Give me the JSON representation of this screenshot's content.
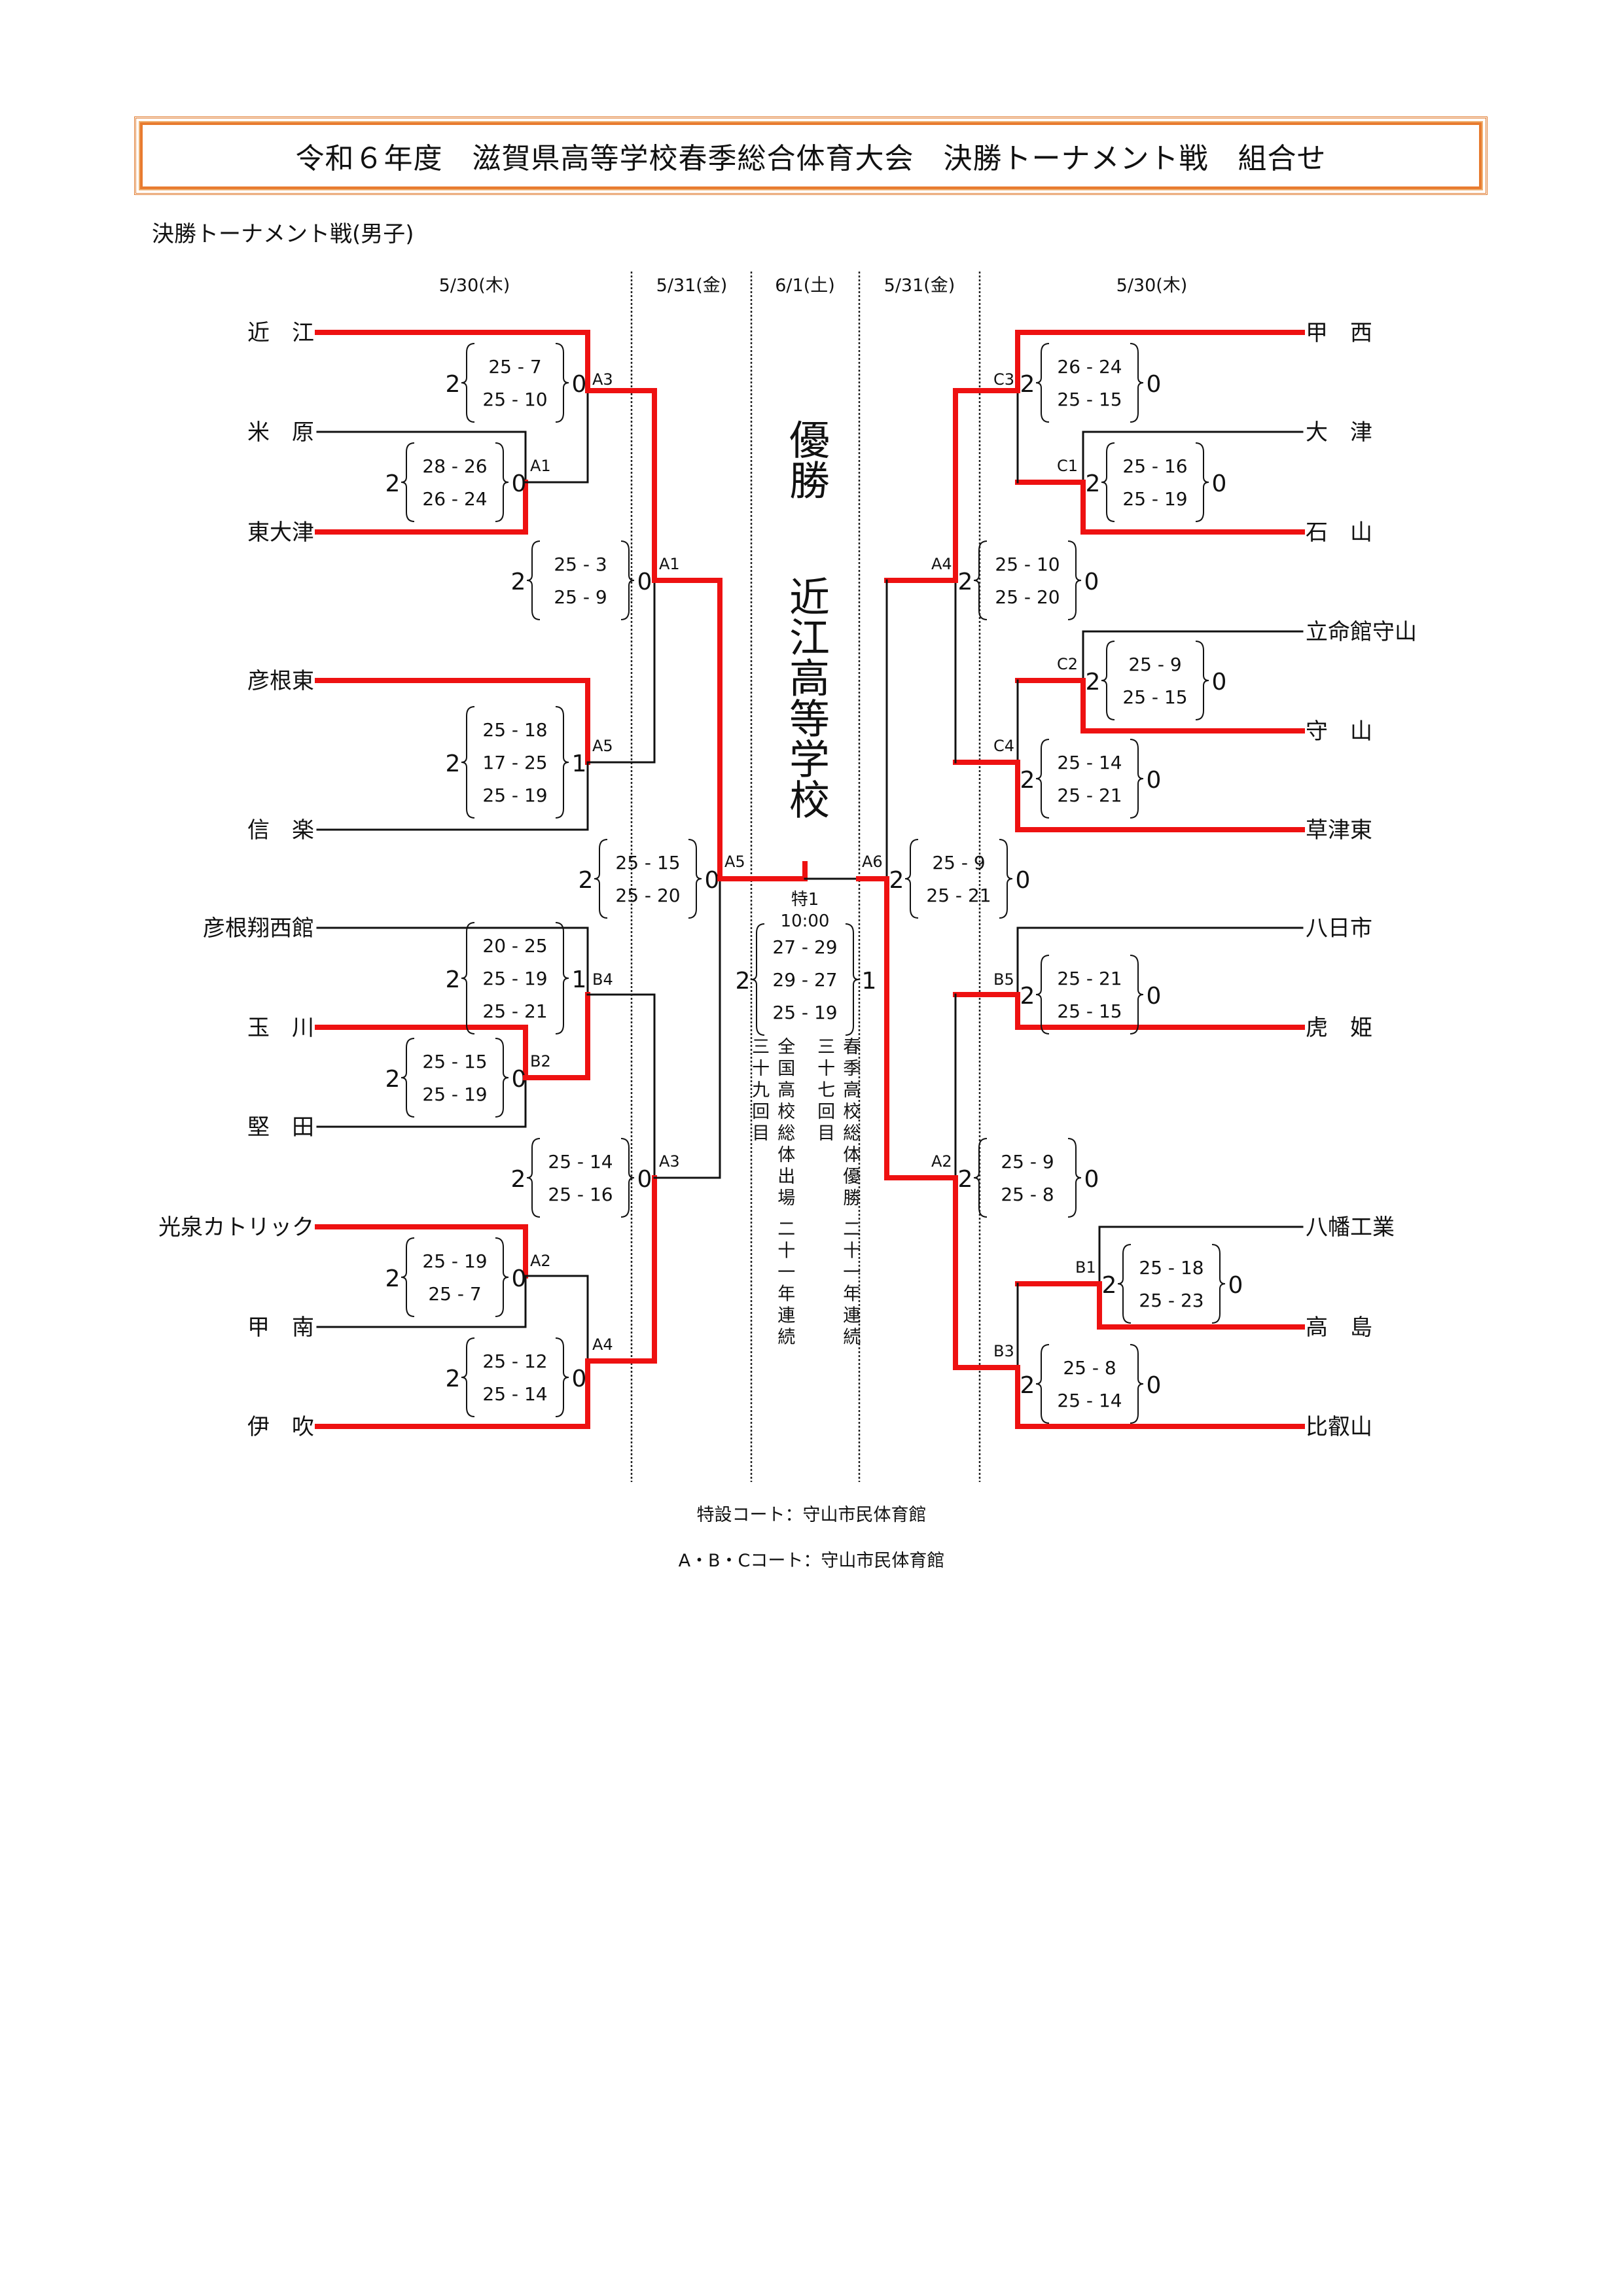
{
  "header": {
    "title": "令和６年度　滋賀県高等学校春季総合体育大会　決勝トーナメント戦　組合せ",
    "subtitle": "決勝トーナメント戦(男子)"
  },
  "dates": {
    "left_r1": "5/30(木)",
    "left_r3": "5/31(金)",
    "final": "6/1(土)",
    "right_r3": "5/31(金)",
    "right_r1": "5/30(木)"
  },
  "champion": {
    "label": "優勝",
    "school": "近江高等学校"
  },
  "final": {
    "court": "特1",
    "time": "10:00",
    "win_sets": "2",
    "lose_sets": "1",
    "sets": [
      "27 - 29",
      "29 - 27",
      "25 - 19"
    ]
  },
  "notes": {
    "left": "全国高校総体出場 二十一年連続三十九回目",
    "right": "春季高校総体優勝 二十一年連続三十七回目"
  },
  "colors": {
    "winner_line": "#ee1111",
    "loser_line": "#111111",
    "title_border": "#e87b2f"
  },
  "left_teams": [
    "近　江",
    "米　原",
    "東大津",
    "彦根東",
    "信　楽",
    "彦根翔西館",
    "玉　川",
    "堅　田",
    "光泉カトリック",
    "甲　南",
    "伊　吹"
  ],
  "right_teams": [
    "甲　西",
    "大　津",
    "石　山",
    "立命館守山",
    "守　山",
    "草津東",
    "八日市",
    "虎　姫",
    "八幡工業",
    "高　島",
    "比叡山"
  ],
  "matches": [
    {
      "id": "L-A1",
      "court": "A1",
      "side": "left",
      "top": "米　原",
      "bottom": "東大津",
      "winner": "東大津",
      "win": "2",
      "lose": "0",
      "sets": [
        "28 - 26",
        "26 - 24"
      ]
    },
    {
      "id": "L-A3",
      "court": "A3",
      "side": "left",
      "top": "近　江",
      "bottom": "東大津",
      "winner": "近　江",
      "win": "2",
      "lose": "0",
      "sets": [
        "25 -  7",
        "25 - 10"
      ]
    },
    {
      "id": "L-A5a",
      "court": "A5",
      "side": "left",
      "top": "彦根東",
      "bottom": "信　楽",
      "winner": "彦根東",
      "win": "2",
      "lose": "1",
      "sets": [
        "25 - 18",
        "17 - 25",
        "25 - 19"
      ]
    },
    {
      "id": "L-A1b",
      "court": "A1",
      "side": "left",
      "top": "近　江",
      "bottom": "彦根東",
      "winner": "近　江",
      "win": "2",
      "lose": "0",
      "sets": [
        "25 -  3",
        "25 -  9"
      ]
    },
    {
      "id": "L-B2",
      "court": "B2",
      "side": "left",
      "top": "玉　川",
      "bottom": "堅　田",
      "winner": "玉　川",
      "win": "2",
      "lose": "0",
      "sets": [
        "25 - 15",
        "25 - 19"
      ]
    },
    {
      "id": "L-B4",
      "court": "B4",
      "side": "left",
      "top": "彦根翔西館",
      "bottom": "玉　川",
      "winner": "玉　川",
      "win": "2",
      "lose": "1",
      "sets": [
        "20 - 25",
        "25 - 19",
        "25 - 21"
      ]
    },
    {
      "id": "L-A2",
      "court": "A2",
      "side": "left",
      "top": "光泉カトリック",
      "bottom": "甲　南",
      "winner": "光泉カトリック",
      "win": "2",
      "lose": "0",
      "sets": [
        "25 - 19",
        "25 -  7"
      ]
    },
    {
      "id": "L-A4",
      "court": "A4",
      "side": "left",
      "top": "光泉カトリック",
      "bottom": "伊　吹",
      "winner": "伊　吹",
      "win": "2",
      "lose": "0",
      "sets": [
        "25 - 12",
        "25 - 14"
      ]
    },
    {
      "id": "L-A3b",
      "court": "A3",
      "side": "left",
      "top": "玉　川",
      "bottom": "伊　吹",
      "winner": "伊　吹",
      "win": "2",
      "lose": "0",
      "sets": [
        "25 - 14",
        "25 - 16"
      ]
    },
    {
      "id": "L-A5",
      "court": "A5",
      "side": "left",
      "top": "近　江",
      "bottom": "伊　吹",
      "winner": "近　江",
      "win": "2",
      "lose": "0",
      "sets": [
        "25 - 15",
        "25 - 20"
      ]
    },
    {
      "id": "R-C1",
      "court": "C1",
      "side": "right",
      "top": "大　津",
      "bottom": "石　山",
      "winner": "石　山",
      "win": "2",
      "lose": "0",
      "sets": [
        "25 - 16",
        "25 - 19"
      ]
    },
    {
      "id": "R-C3",
      "court": "C3",
      "side": "right",
      "top": "甲　西",
      "bottom": "石　山",
      "winner": "甲　西",
      "win": "2",
      "lose": "0",
      "sets": [
        "26 - 24",
        "25 - 15"
      ]
    },
    {
      "id": "R-C2",
      "court": "C2",
      "side": "right",
      "top": "立命館守山",
      "bottom": "守　山",
      "winner": "守　山",
      "win": "2",
      "lose": "0",
      "sets": [
        "25 -  9",
        "25 - 15"
      ]
    },
    {
      "id": "R-C4",
      "court": "C4",
      "side": "right",
      "top": "守　山",
      "bottom": "草津東",
      "winner": "草津東",
      "win": "2",
      "lose": "0",
      "sets": [
        "25 - 14",
        "25 - 21"
      ]
    },
    {
      "id": "R-A4",
      "court": "A4",
      "side": "right",
      "top": "甲　西",
      "bottom": "草津東",
      "winner": "甲　西",
      "win": "2",
      "lose": "0",
      "sets": [
        "25 - 10",
        "25 - 20"
      ]
    },
    {
      "id": "R-B5",
      "court": "B5",
      "side": "right",
      "top": "八日市",
      "bottom": "虎　姫",
      "winner": "虎　姫",
      "win": "2",
      "lose": "0",
      "sets": [
        "25 - 21",
        "25 - 15"
      ]
    },
    {
      "id": "R-B1",
      "court": "B1",
      "side": "right",
      "top": "八幡工業",
      "bottom": "高　島",
      "winner": "高　島",
      "win": "2",
      "lose": "0",
      "sets": [
        "25 - 18",
        "25 - 23"
      ]
    },
    {
      "id": "R-B3",
      "court": "B3",
      "side": "right",
      "top": "高　島",
      "bottom": "比叡山",
      "winner": "比叡山",
      "win": "2",
      "lose": "0",
      "sets": [
        "25 -  8",
        "25 - 14"
      ]
    },
    {
      "id": "R-A2",
      "court": "A2",
      "side": "right",
      "top": "虎　姫",
      "bottom": "比叡山",
      "winner": "比叡山",
      "win": "2",
      "lose": "0",
      "sets": [
        "25 -  9",
        "25 -  8"
      ]
    },
    {
      "id": "R-A6",
      "court": "A6",
      "side": "right",
      "top": "甲　西",
      "bottom": "比叡山",
      "winner": "比叡山",
      "win": "2",
      "lose": "0",
      "sets": [
        "25 -  9",
        "25 - 21"
      ]
    }
  ],
  "footer": {
    "special_court": "特設コート：守山市民体育館",
    "abc_court": "A・B・Cコート：守山市民体育館"
  }
}
